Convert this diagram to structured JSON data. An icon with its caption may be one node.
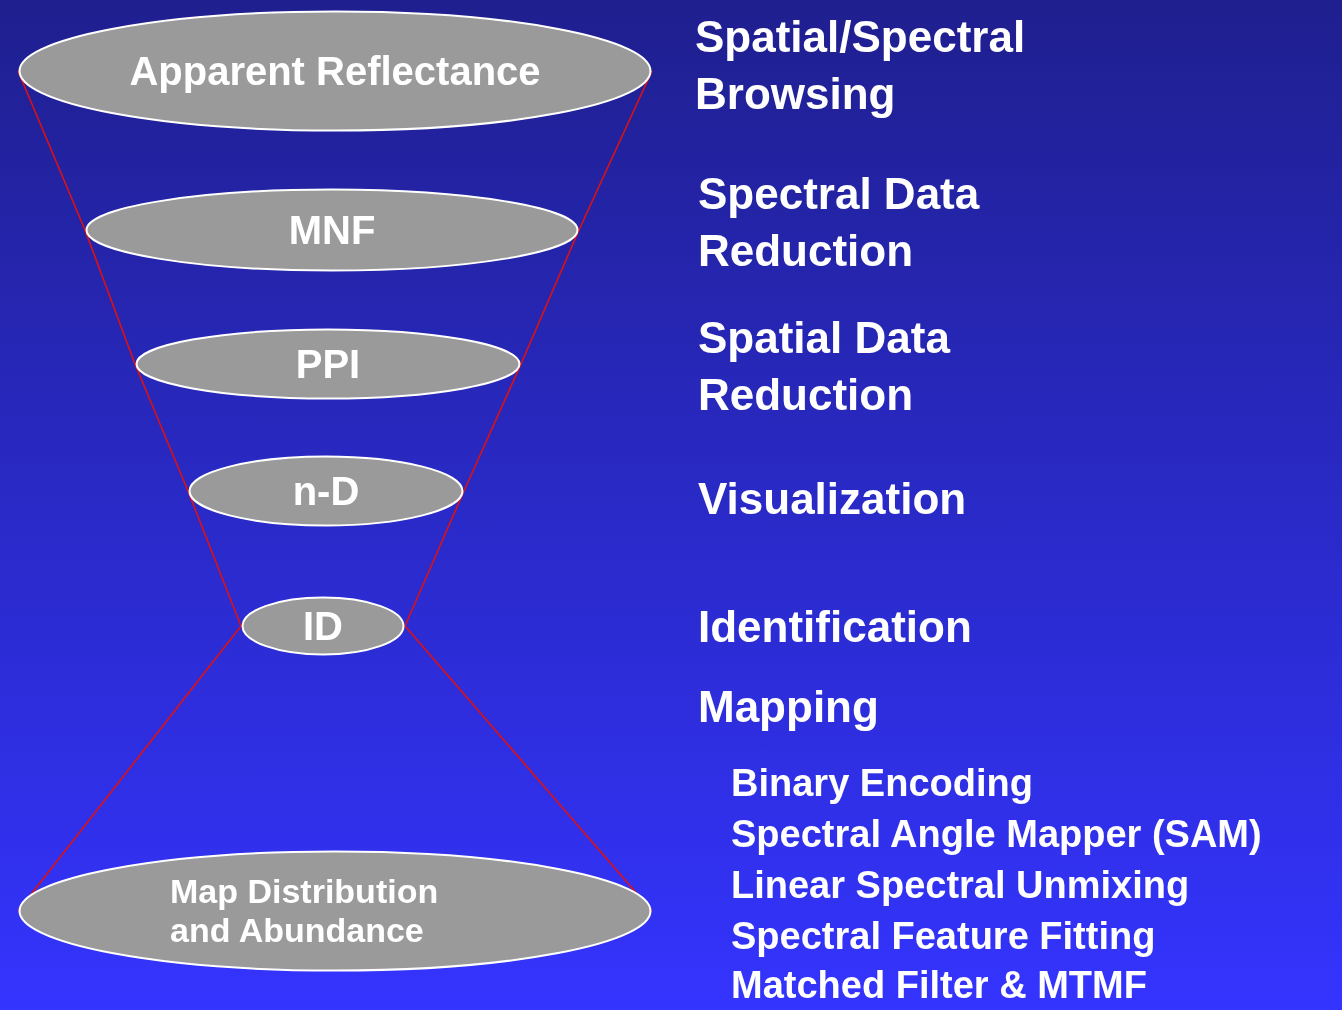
{
  "diagram": {
    "nodes": [
      {
        "text": [
          "Apparent Reflectance"
        ]
      },
      {
        "text": [
          "MNF"
        ]
      },
      {
        "text": [
          "PPI"
        ]
      },
      {
        "text": [
          "n-D"
        ]
      },
      {
        "text": [
          "ID"
        ]
      },
      {
        "text": [
          "Map Distribution and Abundance"
        ]
      }
    ],
    "edges": [
      {
        "from": 0,
        "to": 1,
        "arrow": "none"
      },
      {
        "from": 0,
        "to": 1,
        "arrow": "none"
      },
      {
        "from": 1,
        "to": 2,
        "arrow": "none"
      },
      {
        "from": 1,
        "to": 2,
        "arrow": "none"
      },
      {
        "from": 2,
        "to": 3,
        "arrow": "none"
      },
      {
        "from": 2,
        "to": 3,
        "arrow": "none"
      },
      {
        "from": 3,
        "to": 4,
        "arrow": "none"
      },
      {
        "from": 3,
        "to": 4,
        "arrow": "none"
      },
      {
        "from": 4,
        "to": 5,
        "arrow": "none"
      },
      {
        "from": 4,
        "to": 5,
        "arrow": "none"
      }
    ],
    "labels": [
      "Spatial/Spectral Browsing",
      "Spectral Data Reduction",
      "Spatial Data Reduction",
      "Visualization",
      "Identification",
      "Mapping",
      "Binary Encoding",
      "Spectral Angle Mapper (SAM)",
      "Linear Spectral Unmixing",
      "Spectral Feature Fitting",
      "Matched Filter & MTMF"
    ]
  }
}
